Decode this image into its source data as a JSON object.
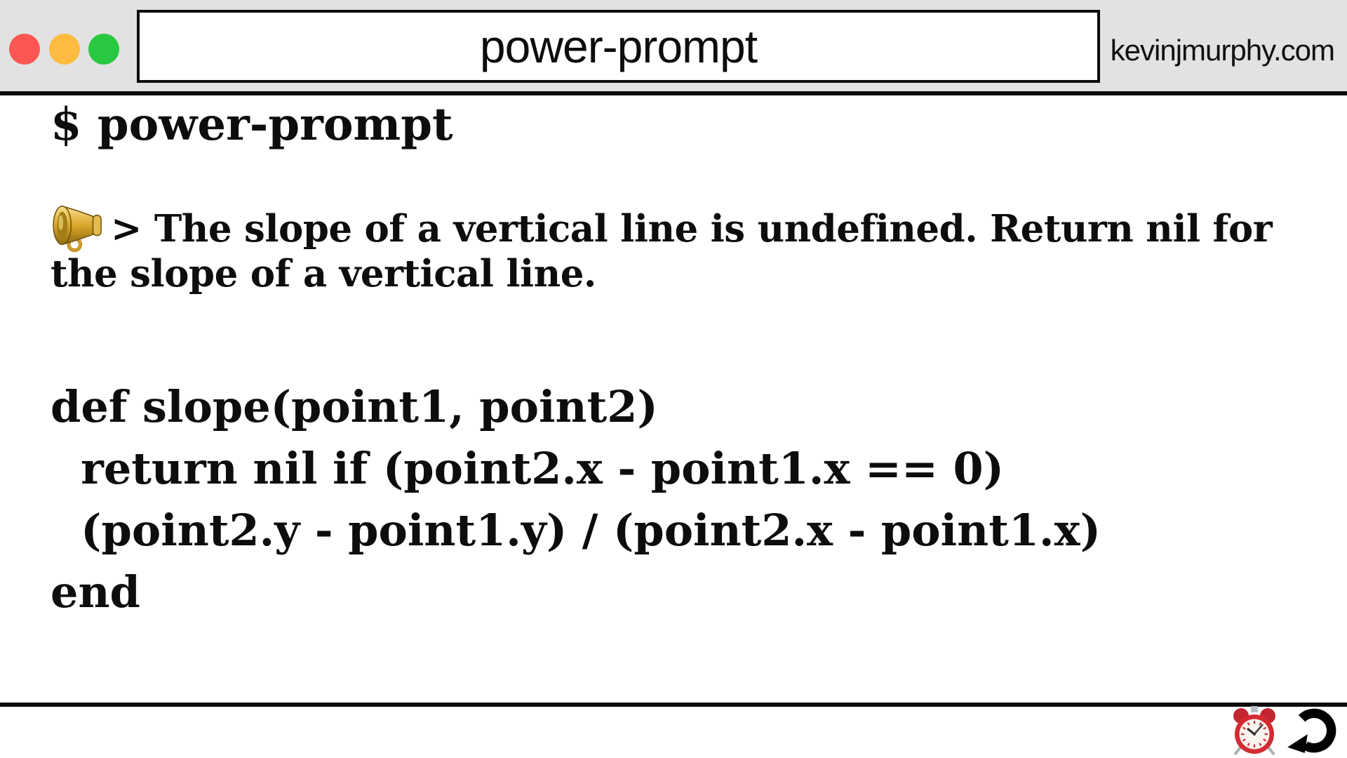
{
  "titlebar": {
    "title": "power-prompt",
    "site": "kevinjmurphy.com",
    "traffic_lights": [
      "close",
      "minimize",
      "zoom"
    ]
  },
  "terminal": {
    "prompt_line": "$ power-prompt",
    "announcement": {
      "line1": "> The slope of a vertical line is undefined. Return nil for",
      "line2": "the slope of a vertical line."
    },
    "code_lines": [
      "def slope(point1, point2)",
      "  return nil if (point2.x - point1.x == 0)",
      "  (point2.y - point1.y) / (point2.x - point1.x)",
      "end"
    ]
  },
  "footer": {
    "icons": [
      "alarm-clock-icon",
      "undo-arrow-icon"
    ]
  },
  "colors": {
    "titlebar_bg": "#e2e2e2",
    "traffic_red": "#fc5753",
    "traffic_yellow": "#fdbc40",
    "traffic_green": "#28c840",
    "line_black": "#0d0d0d",
    "megaphone_gold": "#d9a62b",
    "clock_red": "#d42a30"
  }
}
